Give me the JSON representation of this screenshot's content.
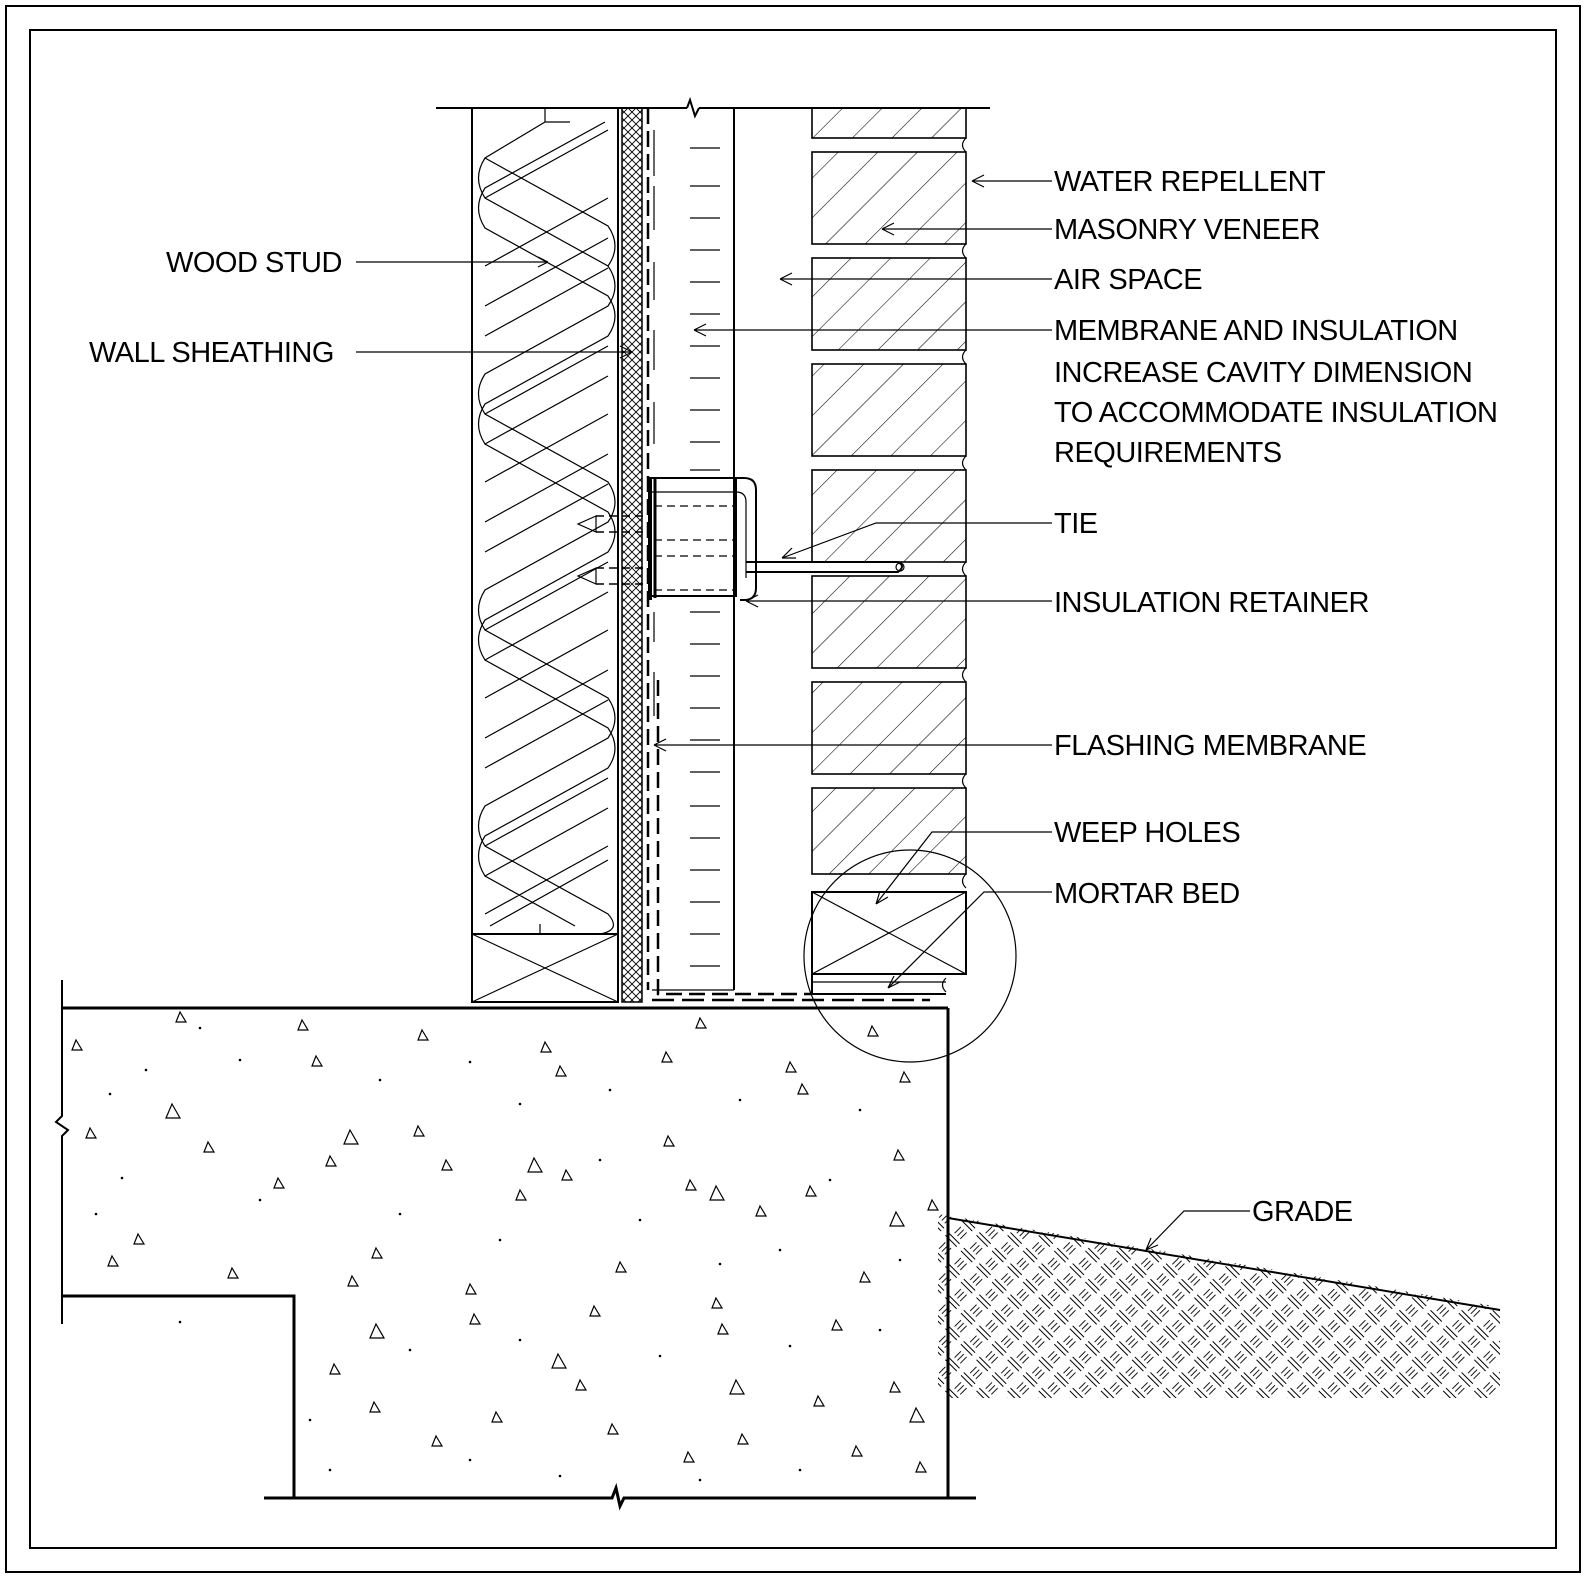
{
  "drawing": {
    "labels": {
      "wood_stud": "WOOD STUD",
      "wall_sheathing": "WALL SHEATHING",
      "water_repellent": "WATER REPELLENT",
      "masonry_veneer": "MASONRY VENEER",
      "air_space": "AIR SPACE",
      "membrane_line1": "MEMBRANE AND INSULATION",
      "membrane_line2": "INCREASE CAVITY DIMENSION",
      "membrane_line3": "TO ACCOMMODATE INSULATION",
      "membrane_line4": "REQUIREMENTS",
      "tie": "TIE",
      "insulation_retainer": "INSULATION RETAINER",
      "flashing_membrane": "FLASHING MEMBRANE",
      "weep_holes": "WEEP HOLES",
      "mortar_bed": "MORTAR BED",
      "grade": "GRADE"
    }
  }
}
